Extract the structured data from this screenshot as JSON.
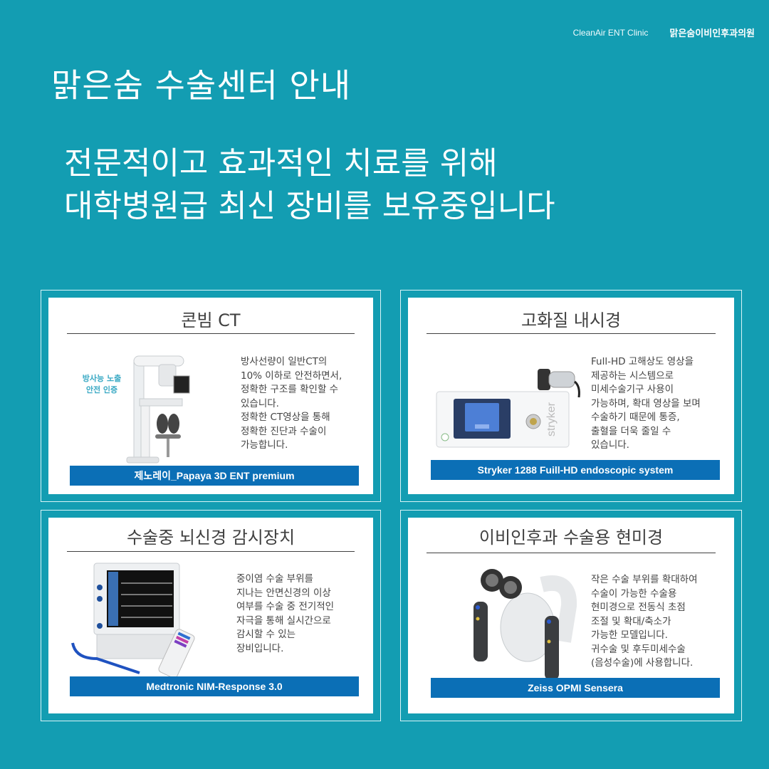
{
  "header": {
    "brand_en": "CleanAir ENT Clinic",
    "brand_ko": "맑은숨이비인후과의원",
    "title": "맑은숨 수술센터 안내",
    "subtitle_line1": "전문적이고 효과적인 치료를 위해",
    "subtitle_line2": "대학병원급 최신 장비를 보유중입니다"
  },
  "colors": {
    "background": "#139db2",
    "caption_bar": "#0b6fb6",
    "badge_text": "#3aa9c4",
    "card_bg": "#ffffff"
  },
  "cards": [
    {
      "title": "콘빔 CT",
      "badge": "방사능 노출\n안전 인증",
      "description": "방사선량이 일반CT의\n10% 이하로 안전하면서,\n정확한 구조를 확인할 수\n있습니다.\n정확한 CT영상을 통해\n정확한 진단과 수술이\n가능합니다.",
      "caption": "제노레이_Papaya 3D ENT premium",
      "image_icon": "cone-beam-ct-device"
    },
    {
      "title": "고화질 내시경",
      "description": "Full-HD 고해상도 영상을\n제공하는 시스템으로\n미세수술기구 사용이\n가능하며, 확대 영상을 보며\n수술하기 때문에 통증,\n출혈을 더욱 줄일 수\n있습니다.",
      "caption": "Stryker 1288 Fuill-HD endoscopic system",
      "image_icon": "endoscope-system-device",
      "device_brand": "stryker"
    },
    {
      "title": "수술중 뇌신경 감시장치",
      "description": "중이염 수술 부위를\n지나는 안면신경의 이상\n여부를 수술 중 전기적인\n자극을 통해 실시간으로\n감시할 수 있는\n장비입니다.",
      "caption": "Medtronic NIM-Response 3.0",
      "image_icon": "nerve-monitor-device"
    },
    {
      "title": "이비인후과 수술용 현미경",
      "description": "작은 수술 부위를 확대하여\n수술이 가능한 수술용\n현미경으로 전동식 초점\n조절 및 확대/축소가\n가능한 모델입니다.\n귀수술 및 후두미세수술\n(음성수술)에 사용합니다.",
      "caption": "Zeiss OPMI Sensera",
      "image_icon": "surgical-microscope-device"
    }
  ]
}
